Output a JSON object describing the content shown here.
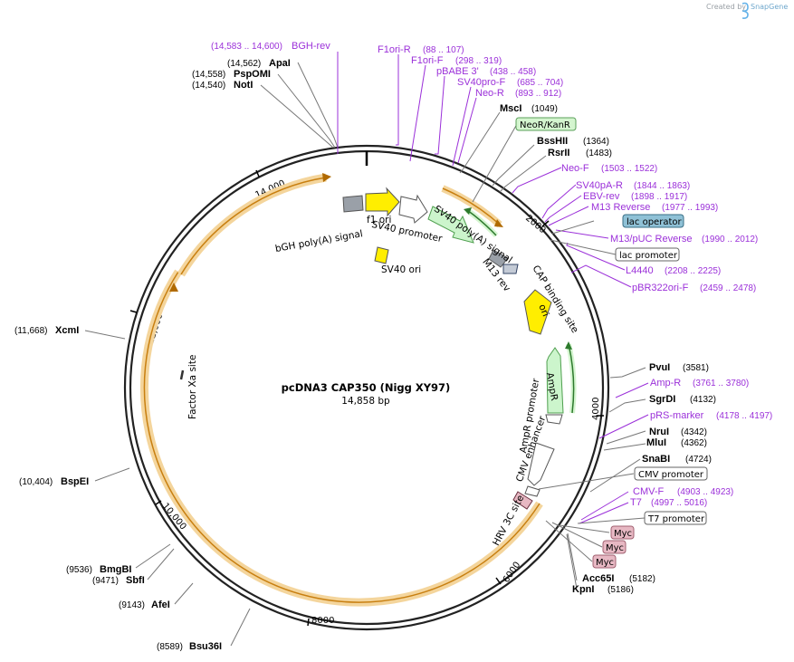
{
  "brand": {
    "prefix": "Created by",
    "name": "SnapGene"
  },
  "plasmid": {
    "name": "pcDNA3 CAP350 (Nigg XY97)",
    "length": "14,858 bp"
  },
  "ticks": [
    "2000",
    "4000",
    "6000",
    "8000",
    "10,000",
    "12,000",
    "14,000"
  ],
  "enzymes": [
    {
      "name": "ApaI",
      "pos": "(14,562)"
    },
    {
      "name": "PspOMI",
      "pos": "(14,558)"
    },
    {
      "name": "NotI",
      "pos": "(14,540)"
    },
    {
      "name": "MscI",
      "pos": "(1049)"
    },
    {
      "name": "BssHII",
      "pos": "(1364)"
    },
    {
      "name": "RsrII",
      "pos": "(1483)"
    },
    {
      "name": "PvuI",
      "pos": "(3581)"
    },
    {
      "name": "SgrDI",
      "pos": "(4132)"
    },
    {
      "name": "NruI",
      "pos": "(4342)"
    },
    {
      "name": "MluI",
      "pos": "(4362)"
    },
    {
      "name": "SnaBI",
      "pos": "(4724)"
    },
    {
      "name": "Acc65I",
      "pos": "(5182)"
    },
    {
      "name": "KpnI",
      "pos": "(5186)"
    },
    {
      "name": "XcmI",
      "pos": "(11,668)"
    },
    {
      "name": "BspEI",
      "pos": "(10,404)"
    },
    {
      "name": "BmgBI",
      "pos": "(9536)"
    },
    {
      "name": "SbfI",
      "pos": "(9471)"
    },
    {
      "name": "AfeI",
      "pos": "(9143)"
    },
    {
      "name": "Bsu36I",
      "pos": "(8589)"
    }
  ],
  "primers": [
    {
      "name": "BGH-rev",
      "pos": "(14,583 .. 14,600)"
    },
    {
      "name": "F1ori-R",
      "pos": "(88 .. 107)"
    },
    {
      "name": "F1ori-F",
      "pos": "(298 .. 319)"
    },
    {
      "name": "pBABE 3'",
      "pos": "(438 .. 458)"
    },
    {
      "name": "SV40pro-F",
      "pos": "(685 .. 704)"
    },
    {
      "name": "Neo-R",
      "pos": "(893 .. 912)"
    },
    {
      "name": "Neo-F",
      "pos": "(1503 .. 1522)"
    },
    {
      "name": "SV40pA-R",
      "pos": "(1844 .. 1863)"
    },
    {
      "name": "EBV-rev",
      "pos": "(1898 .. 1917)"
    },
    {
      "name": "M13 Reverse",
      "pos": "(1977 .. 1993)"
    },
    {
      "name": "M13/pUC Reverse",
      "pos": "(1990 .. 2012)"
    },
    {
      "name": "L4440",
      "pos": "(2208 .. 2225)"
    },
    {
      "name": "pBR322ori-F",
      "pos": "(2459 .. 2478)"
    },
    {
      "name": "Amp-R",
      "pos": "(3761 .. 3780)"
    },
    {
      "name": "pRS-marker",
      "pos": "(4178 .. 4197)"
    },
    {
      "name": "CMV-F",
      "pos": "(4903 .. 4923)"
    },
    {
      "name": "T7",
      "pos": "(4997 .. 5016)"
    }
  ],
  "boxed_labels": [
    {
      "text": "NeoR/KanR",
      "fill": "#d4f5cf",
      "stroke": "#5aa05a"
    },
    {
      "text": "lac operator",
      "fill": "#8fc1d6",
      "stroke": "#3a6f85"
    },
    {
      "text": "lac promoter",
      "fill": "#ffffff",
      "stroke": "#666666"
    },
    {
      "text": "CMV promoter",
      "fill": "#ffffff",
      "stroke": "#666666"
    },
    {
      "text": "T7 promoter",
      "fill": "#ffffff",
      "stroke": "#666666"
    },
    {
      "text": "Myc",
      "fill": "#e7b8c3",
      "stroke": "#a06070"
    },
    {
      "text": "Myc",
      "fill": "#e7b8c3",
      "stroke": "#a06070"
    },
    {
      "text": "Myc",
      "fill": "#e7b8c3",
      "stroke": "#a06070"
    }
  ],
  "feature_labels": {
    "bgh": "bGH poly(A) signal",
    "f1ori": "f1 ori",
    "sv40prom": "SV40 promoter",
    "sv40ori": "SV40 ori",
    "sv40pa": "SV40 poly(A) signal",
    "m13rev": "M13 rev",
    "cap": "CAP binding site",
    "ori": "ori",
    "ampr": "AmpR",
    "amprprom": "AmpR promoter",
    "cmvenh": "CMV enhancer",
    "hrv": "HRV 3C site",
    "factorxa": "Factor Xa site"
  },
  "colors": {
    "primer": "#9b30d9",
    "backbone": "#222222",
    "orange_arc": "#f4d59c",
    "orange_arc_edge": "#d08a1a",
    "yellow": "#ffee00",
    "green_fill": "#ccf5cc",
    "green_edge": "#4f9f4f",
    "gray": "#9aa0a8"
  }
}
